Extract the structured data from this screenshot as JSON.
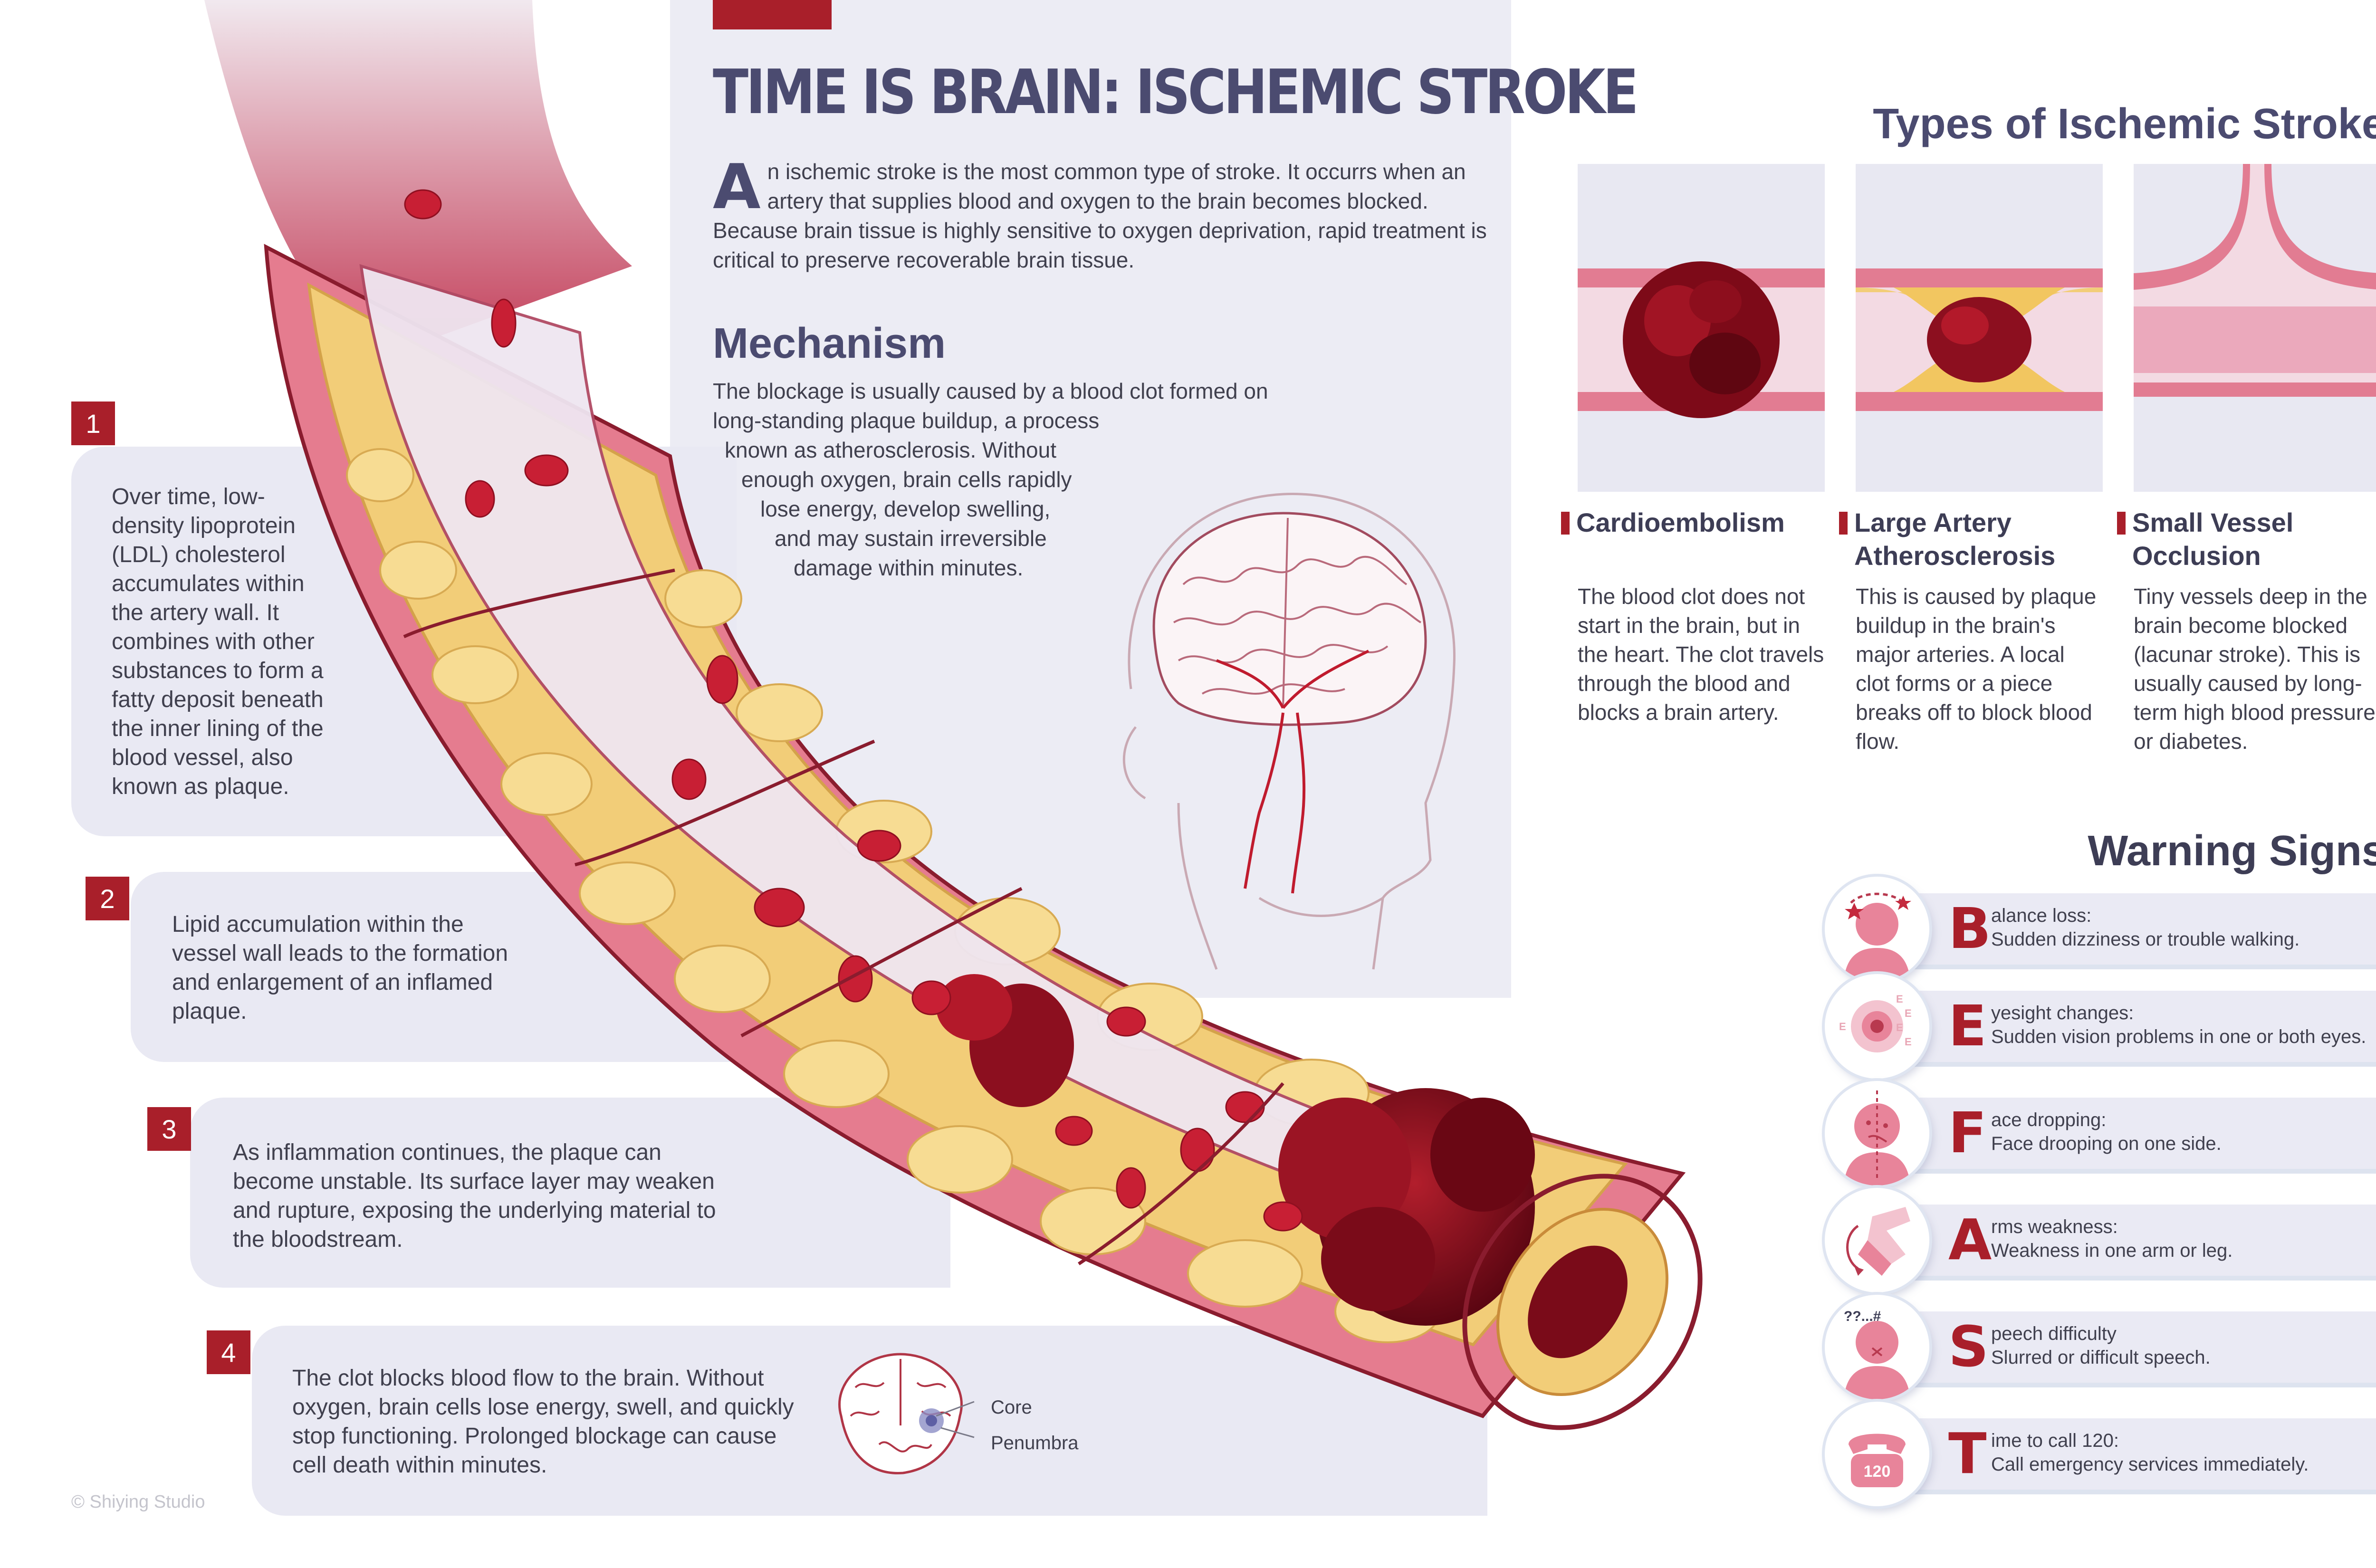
{
  "title": "TIME IS BRAIN: ISCHEMIC STROKE",
  "intro": {
    "dropcap": "A",
    "text": "n ischemic stroke is the most common type of stroke. It occurrs when an artery that supplies blood and oxygen to the brain becomes blocked. Because brain tissue is highly sensitive to oxygen deprivation, rapid treatment is critical to preserve recoverable brain tissue."
  },
  "mechanism": {
    "heading": "Mechanism",
    "lines": [
      "The blockage is usually caused by a blood clot formed on",
      "long-standing plaque buildup, a process",
      "known as atherosclerosis. Without",
      "enough oxygen, brain cells rapidly",
      "lose energy, develop swelling,",
      "and may sustain irreversible",
      "damage within minutes."
    ]
  },
  "steps": [
    {
      "number": "1",
      "text": "Over time, low-density lipoprotein (LDL) cholesterol accumulates within the artery wall. It combines with other substances to form a fatty deposit beneath the inner lining of the blood vessel, also known as plaque."
    },
    {
      "number": "2",
      "text": "Lipid accumulation within the vessel wall leads to the formation and enlargement of an inflamed plaque."
    },
    {
      "number": "3",
      "text": "As inflammation continues, the plaque can become unstable. Its surface layer may weaken and rupture, exposing the underlying material to the bloodstream."
    },
    {
      "number": "4",
      "text": "The clot blocks blood flow to the brain. Without oxygen, brain cells lose energy, swell, and quickly stop functioning. Prolonged blockage can cause cell death within minutes."
    }
  ],
  "brain_legend": {
    "core": "Core",
    "penumbra": "Penumbra"
  },
  "types": {
    "heading": "Types of Ischemic Stroke",
    "items": [
      {
        "label_line1": "Cardioembolism",
        "label_line2": "",
        "text": "The blood clot does not start in the brain, but in the heart. The clot travels through the blood and blocks a brain artery."
      },
      {
        "label_line1": "Large Artery",
        "label_line2": "Atherosclerosis",
        "text": "This is caused by plaque buildup in the brain's major arteries. A local clot forms or a piece breaks off to block blood flow."
      },
      {
        "label_line1": "Small Vessel",
        "label_line2": "Occlusion",
        "text": "Tiny vessels deep in the brain become blocked (lacunar stroke). This is usually caused by long-term high blood pressure or diabetes."
      }
    ]
  },
  "warning": {
    "heading": "Warning Signs",
    "signs": [
      {
        "letter": "B",
        "head": "alance loss:",
        "desc": "Sudden dizziness or trouble walking.",
        "icon": "dizzy-face-icon"
      },
      {
        "letter": "E",
        "head": "yesight changes:",
        "desc": "Sudden vision problems in one or both eyes.",
        "icon": "eye-chart-icon"
      },
      {
        "letter": "F",
        "head": "ace dropping:",
        "desc": "Face drooping on one side.",
        "icon": "drooping-face-icon"
      },
      {
        "letter": "A",
        "head": "rms weakness:",
        "desc": "Weakness in one arm or leg.",
        "icon": "weak-arm-icon"
      },
      {
        "letter": "S",
        "head": "peech difficulty",
        "desc": "Slurred or difficult speech.",
        "icon": "slurred-speech-icon"
      },
      {
        "letter": "T",
        "head": "ime to call 120:",
        "desc": "Call emergency services immediately.",
        "icon": "telephone-icon",
        "phone_label": "120",
        "speech_symbols": "??...#"
      }
    ]
  },
  "credit": "© Shiying Studio",
  "colors": {
    "accent_red": "#a91f2a",
    "title_navy": "#4b4b70",
    "panel": "#ececf4"
  }
}
